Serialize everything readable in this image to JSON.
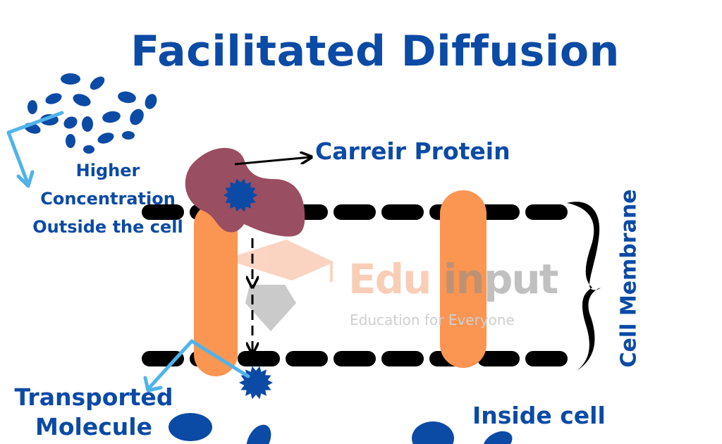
{
  "title": "Facilitated Diffusion",
  "labels": {
    "carrier_protein": "Carreir Protein",
    "higher_concentration": [
      "Higher",
      "Concentration",
      "Outside the cell"
    ],
    "transported_molecule": [
      "Transported",
      "Molecule"
    ],
    "inside_cell": "Inside cell",
    "cell_membrane": "Cell Membrane"
  },
  "watermark": {
    "brand_edu": "Edu",
    "brand_input": "input",
    "tagline": "Education for Everyone"
  },
  "colors": {
    "ink": "#0b4aa5",
    "molecule": "#0b4aa5",
    "channel": "#fb9552",
    "carrier": "#9a4e61",
    "pointer": "#4fb3ea",
    "membrane": "#000000"
  }
}
